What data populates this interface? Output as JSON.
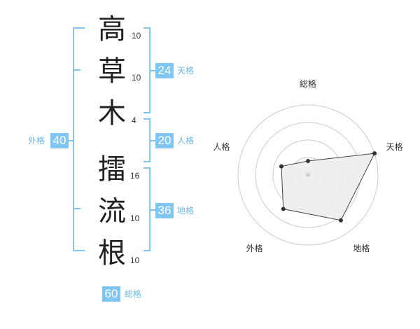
{
  "colors": {
    "accent": "#7fc6f2",
    "label": "#6bb8e6",
    "text": "#222222",
    "radar_fill": "#ececec",
    "radar_ring": "#cccccc"
  },
  "name": {
    "chars": [
      {
        "char": "高",
        "strokes": "10"
      },
      {
        "char": "草",
        "strokes": "10"
      },
      {
        "char": "木",
        "strokes": "4"
      },
      {
        "char": "擂",
        "strokes": "16"
      },
      {
        "char": "流",
        "strokes": "10"
      },
      {
        "char": "根",
        "strokes": "10"
      }
    ]
  },
  "fortune": {
    "tenkaku": {
      "value": "24",
      "label": "天格"
    },
    "jinkaku": {
      "value": "20",
      "label": "人格"
    },
    "chikaku": {
      "value": "36",
      "label": "地格"
    },
    "gaikaku": {
      "value": "40",
      "label": "外格"
    },
    "soukaku": {
      "value": "60",
      "label": "総格"
    }
  },
  "chart_data": {
    "type": "radar",
    "axes": [
      "総格",
      "天格",
      "地格",
      "外格",
      "人格"
    ],
    "values": [
      1,
      5,
      4,
      3,
      2
    ],
    "rmax": 5,
    "rings": 4,
    "grid": true
  }
}
